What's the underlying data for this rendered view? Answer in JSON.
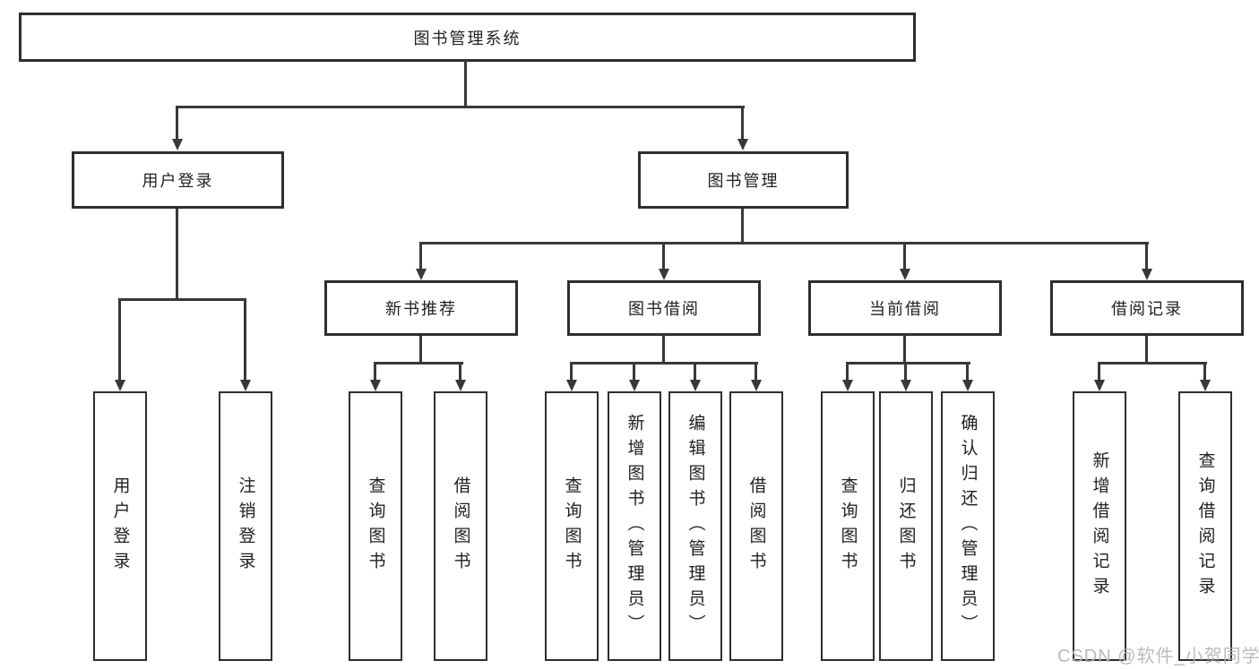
{
  "diagram": {
    "root": {
      "label": "图书管理系统"
    },
    "branches": [
      {
        "label": "用户登录",
        "children": [
          "用户登录",
          "注销登录"
        ]
      },
      {
        "label": "图书管理",
        "groups": [
          {
            "label": "新书推荐",
            "children": [
              "查询图书",
              "借阅图书"
            ]
          },
          {
            "label": "图书借阅",
            "children": [
              "查询图书",
              "新增图书（管理员）",
              "编辑图书（管理员）",
              "借阅图书"
            ]
          },
          {
            "label": "当前借阅",
            "children": [
              "查询图书",
              "归还图书",
              "确认归还（管理员）"
            ]
          },
          {
            "label": "借阅记录",
            "children": [
              "新增借阅记录",
              "查询借阅记录"
            ]
          }
        ]
      }
    ]
  },
  "watermark": "CSDN @软件_小贺同学",
  "colors": {
    "line": "#383838",
    "box_border": "#2e2e2e",
    "text": "#1f1f1f",
    "watermark": "#b3b3b3",
    "background": "#ffffff"
  }
}
